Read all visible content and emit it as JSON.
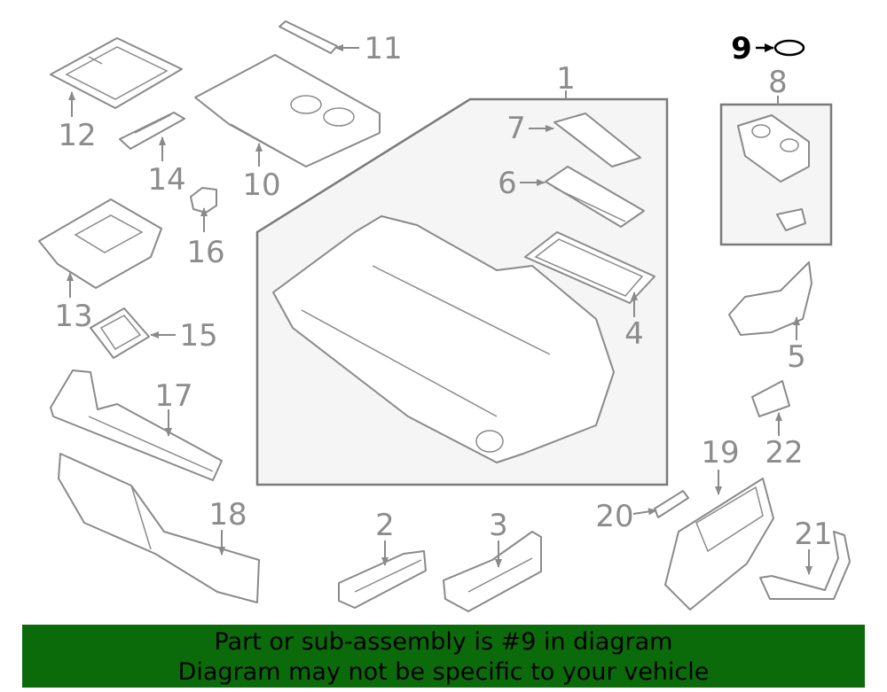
{
  "callouts": {
    "c1": "1",
    "c2": "2",
    "c3": "3",
    "c4": "4",
    "c5": "5",
    "c6": "6",
    "c7": "7",
    "c8": "8",
    "c9": "9",
    "c10": "10",
    "c11": "11",
    "c12": "12",
    "c13": "13",
    "c14": "14",
    "c15": "15",
    "c16": "16",
    "c17": "17",
    "c18": "18",
    "c19": "19",
    "c20": "20",
    "c21": "21",
    "c22": "22"
  },
  "banner": {
    "line1": "Part or sub-assembly is #9 in diagram",
    "line2": "Diagram may not be specific to your vehicle"
  },
  "colors": {
    "banner_bg": "#0b6b0b",
    "line_gray": "#8a8a8a",
    "highlight": "#000000"
  }
}
